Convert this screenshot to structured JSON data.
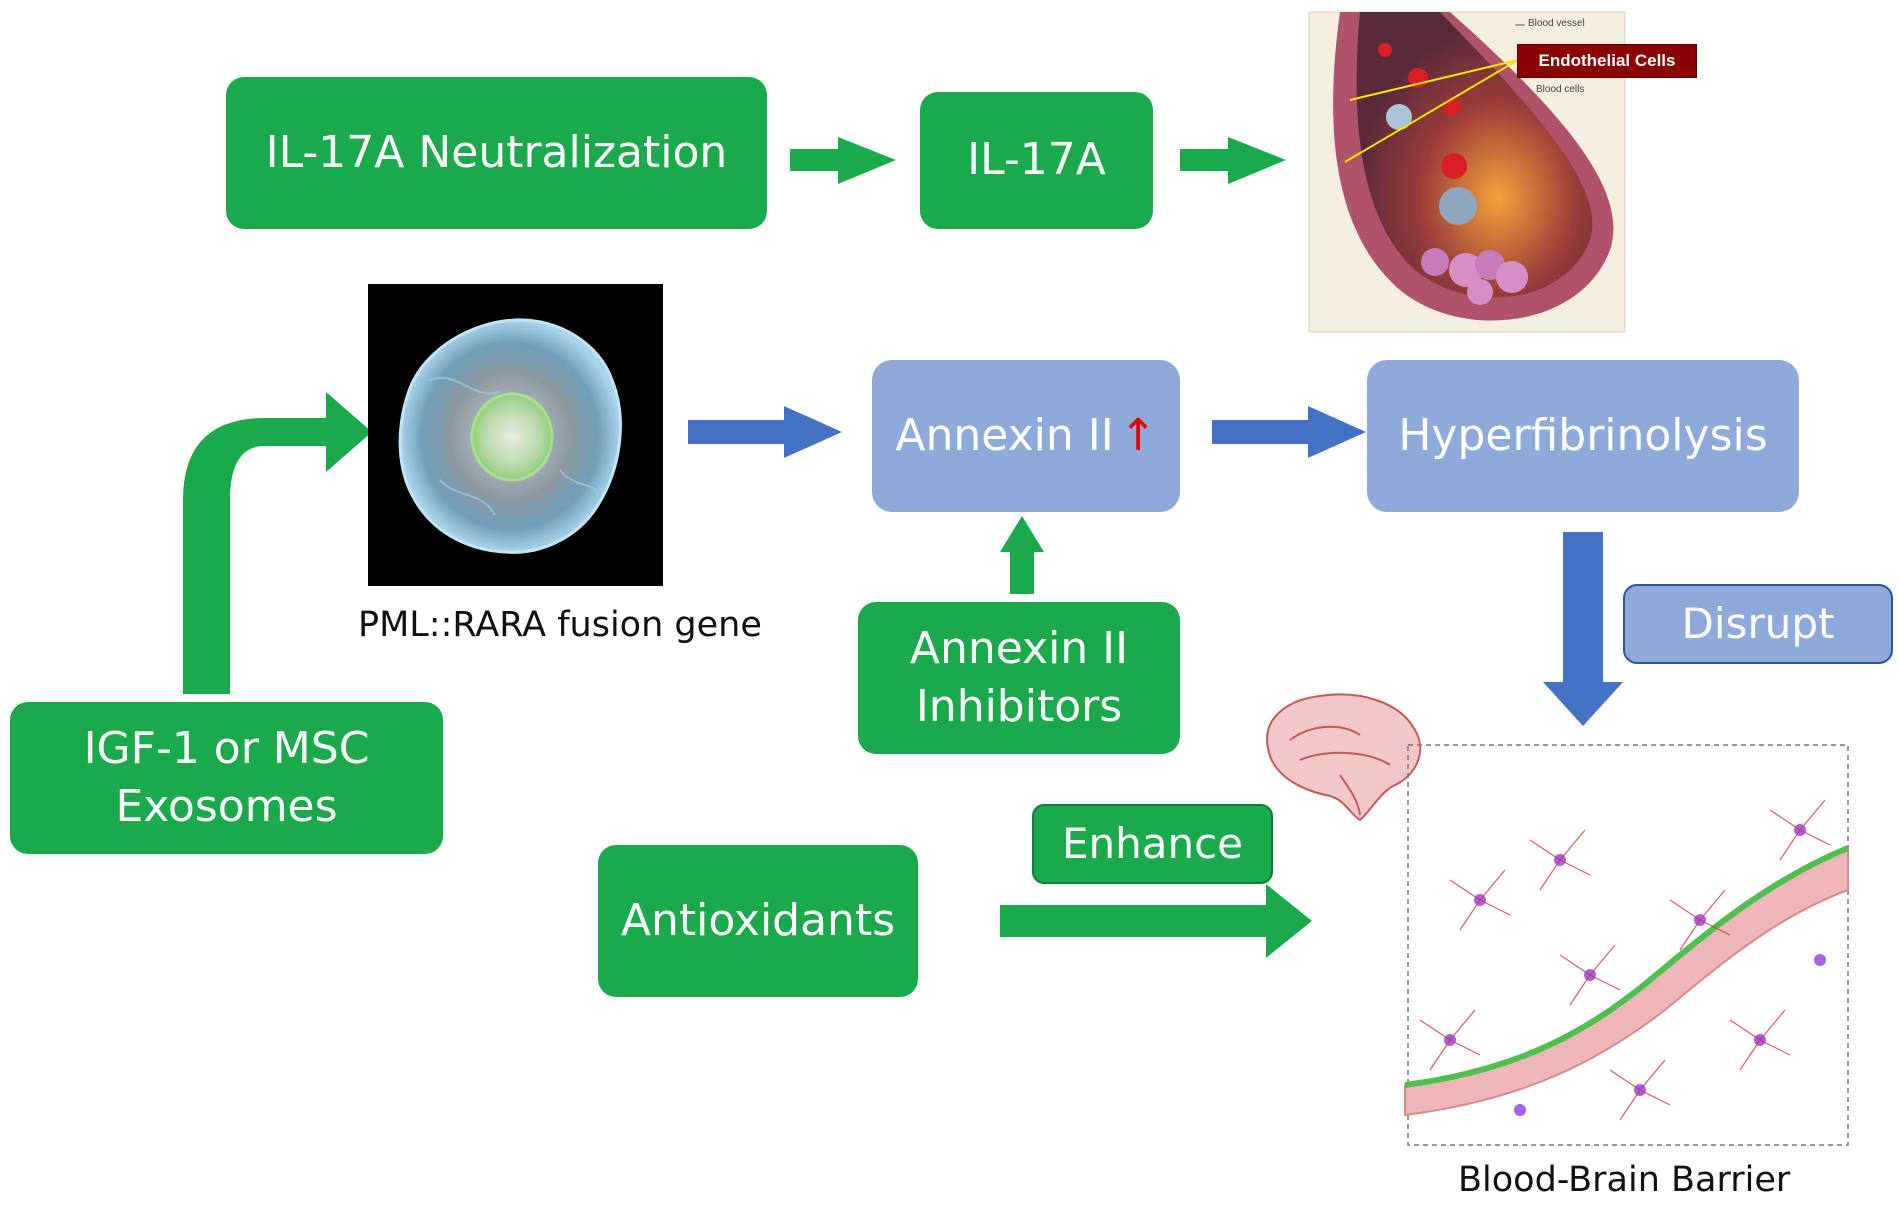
{
  "boxes": {
    "il17a_neutralization": "IL-17A Neutralization",
    "il17a": "IL-17A",
    "annexin_up": "Annexin II",
    "annexin_up_arrow": "↑",
    "hyperfibrinolysis": "Hyperfibrinolysis",
    "annexin_inhibitors_line1": "Annexin II",
    "annexin_inhibitors_line2": "Inhibitors",
    "igf1_line1": "IGF-1 or MSC",
    "igf1_line2": "Exosomes",
    "antioxidants": "Antioxidants",
    "disrupt": "Disrupt",
    "enhance": "Enhance"
  },
  "labels": {
    "pml_rara": "PML::RARA fusion gene",
    "bbb": "Blood-Brain Barrier"
  },
  "vessel_figure": {
    "endothelial_cells": "Endothelial Cells",
    "blood_vessel": "Blood vessel",
    "blood_cells": "Blood cells"
  },
  "colors": {
    "green": "#1aaa4b",
    "blue_box": "#8eaadb",
    "blue_arrow": "#4472c4",
    "red_arrow": "#e00000"
  }
}
